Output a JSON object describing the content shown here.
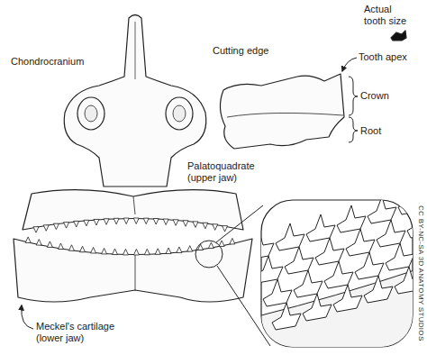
{
  "diagram": {
    "labels": [
      "Chondrocranium",
      "Cutting edge",
      "Tooth apex",
      "Crown",
      "Root",
      "Actual tooth size",
      "Palatoquadrate (upper jaw)",
      "Meckel's cartilage (lower jaw)",
      "CC BY-NC-SA 3D ANATOMY STUDIOS"
    ]
  }
}
